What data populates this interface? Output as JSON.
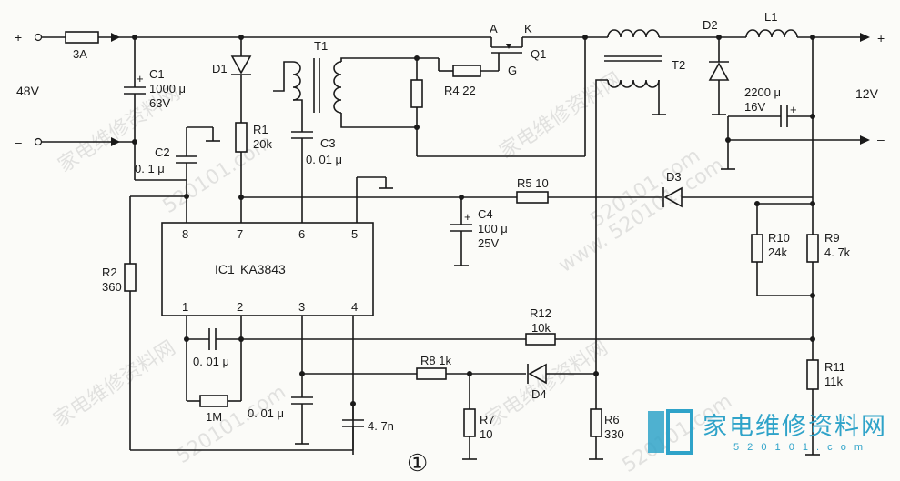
{
  "diagram": {
    "figure_number": "①",
    "ic": {
      "designator": "IC1",
      "part": "KA3843",
      "pins": [
        "8",
        "7",
        "6",
        "5",
        "1",
        "2",
        "3",
        "4"
      ]
    },
    "input": {
      "plus": "+",
      "minus": "–",
      "voltage": "48V",
      "fuse": "3A"
    },
    "output": {
      "plus": "+",
      "minus": "–",
      "voltage": "12V"
    },
    "transistor": {
      "name": "Q1",
      "pins": [
        "A",
        "K",
        "G"
      ]
    },
    "transformers": [
      "T1",
      "T2"
    ],
    "inductor": "L1",
    "capacitors": {
      "C1": [
        "C1",
        "1000 μ",
        "63V"
      ],
      "C2": [
        "C2",
        "0. 1 μ"
      ],
      "C3": [
        "C3",
        "0. 01 μ"
      ],
      "C4": [
        "C4",
        "100 μ",
        "25V"
      ],
      "Cout": [
        "2200 μ",
        "16V"
      ],
      "C12": [
        "0. 01 μ"
      ],
      "Cp3": [
        "0. 01 μ"
      ],
      "Cp4": [
        "4. 7n"
      ]
    },
    "resistors": {
      "R1": [
        "R1",
        "20k"
      ],
      "R2": [
        "R2",
        "360"
      ],
      "R4": "R4  22",
      "R5": "R5  10",
      "R6": [
        "R6",
        "330"
      ],
      "R7": [
        "R7",
        "10"
      ],
      "R8": "R8  1k",
      "R9": [
        "R9",
        "4. 7k"
      ],
      "R10": [
        "R10",
        "24k"
      ],
      "R11": [
        "R11",
        "11k"
      ],
      "R12": [
        "R12",
        "10k"
      ],
      "R1M": "1M"
    },
    "diodes": [
      "D1",
      "D2",
      "D3",
      "D4"
    ]
  },
  "watermark": {
    "site": "家电维修资料网",
    "url": "www. 520101. com",
    "url_short": "520101.com",
    "brand_url": "5 2 0 1 0 1 . c o m"
  }
}
